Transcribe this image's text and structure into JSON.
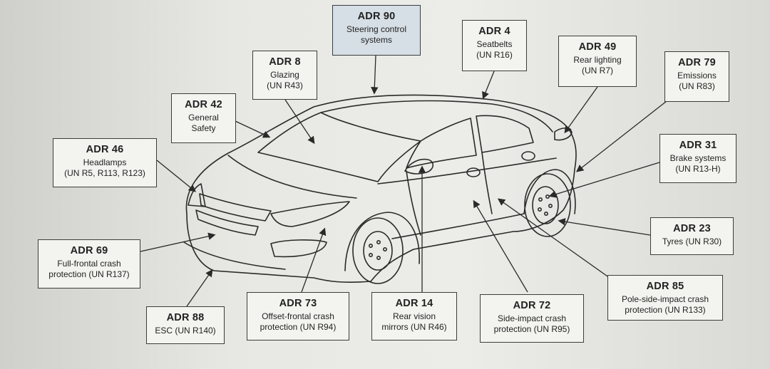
{
  "labels": {
    "adr90": {
      "code": "ADR 90",
      "line1": "Steering control",
      "line2": "systems"
    },
    "adr4": {
      "code": "ADR 4",
      "line1": "Seatbelts",
      "line2": "(UN R16)"
    },
    "adr49": {
      "code": "ADR 49",
      "line1": "Rear lighting",
      "line2": "(UN R7)"
    },
    "adr79": {
      "code": "ADR 79",
      "line1": "Emissions",
      "line2": "(UN R83)"
    },
    "adr8": {
      "code": "ADR 8",
      "line1": "Glazing",
      "line2": "(UN R43)"
    },
    "adr42": {
      "code": "ADR 42",
      "line1": "General",
      "line2": "Safety"
    },
    "adr46": {
      "code": "ADR 46",
      "line1": "Headlamps",
      "line2": "(UN R5, R113, R123)"
    },
    "adr31": {
      "code": "ADR 31",
      "line1": "Brake systems",
      "line2": "(UN R13-H)"
    },
    "adr23": {
      "code": "ADR 23",
      "line1": "Tyres (UN R30)"
    },
    "adr69": {
      "code": "ADR 69",
      "line1": "Full-frontal crash",
      "line2": "protection (UN R137)"
    },
    "adr85": {
      "code": "ADR 85",
      "line1": "Pole-side-impact crash",
      "line2": "protection (UN R133)"
    },
    "adr88": {
      "code": "ADR 88",
      "line1": "ESC (UN R140)"
    },
    "adr73": {
      "code": "ADR 73",
      "line1": "Offset-frontal crash",
      "line2": "protection (UN R94)"
    },
    "adr14": {
      "code": "ADR 14",
      "line1": "Rear vision",
      "line2": "mirrors (UN R46)"
    },
    "adr72": {
      "code": "ADR 72",
      "line1": "Side-impact crash",
      "line2": "protection (UN R95)"
    }
  },
  "colors": {
    "highlight_box": "#d6dfe6",
    "line": "#2a2a2a"
  }
}
